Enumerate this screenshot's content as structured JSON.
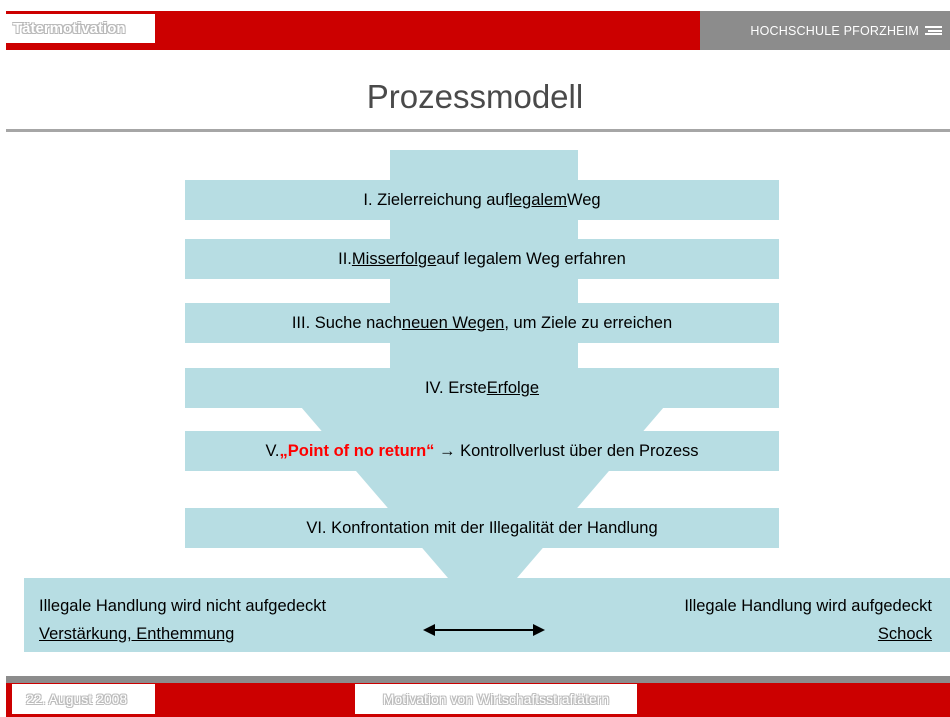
{
  "header": {
    "section_tag": "Tätermotivation",
    "institution": "HOCHSCHULE PFORZHEIM"
  },
  "title": "Prozessmodell",
  "stages": [
    {
      "pre": "I. Zielerreichung auf ",
      "key": "legalem",
      "post": " Weg"
    },
    {
      "pre": "II. ",
      "key": "Misserfolge",
      "post": " auf legalem Weg erfahren"
    },
    {
      "pre": "III. Suche nach ",
      "key": "neuen Wegen",
      "post": ", um Ziele zu erreichen"
    },
    {
      "pre": "IV. Erste ",
      "key": "Erfolge",
      "post": ""
    },
    {
      "pre": "V. ",
      "highlight": "„Point of no return“",
      "arrow": "→",
      "post": "Kontrollverlust über den Prozess"
    },
    {
      "text": "VI. Konfrontation mit der Illegalität der Handlung"
    }
  ],
  "outcomes": {
    "left": {
      "line1": "Illegale Handlung wird nicht aufgedeckt",
      "line2": "Verstärkung, Enthemmung"
    },
    "right": {
      "line1": "Illegale Handlung wird aufgedeckt",
      "line2": "Schock"
    }
  },
  "footer": {
    "date": "22. August 2008",
    "topic": "Motivation von Wirtschaftsstraftätern"
  },
  "colors": {
    "brand_red": "#cc0000",
    "box_fill": "#b7dde3",
    "highlight": "#ff0000",
    "grey": "#8c8c8c"
  }
}
